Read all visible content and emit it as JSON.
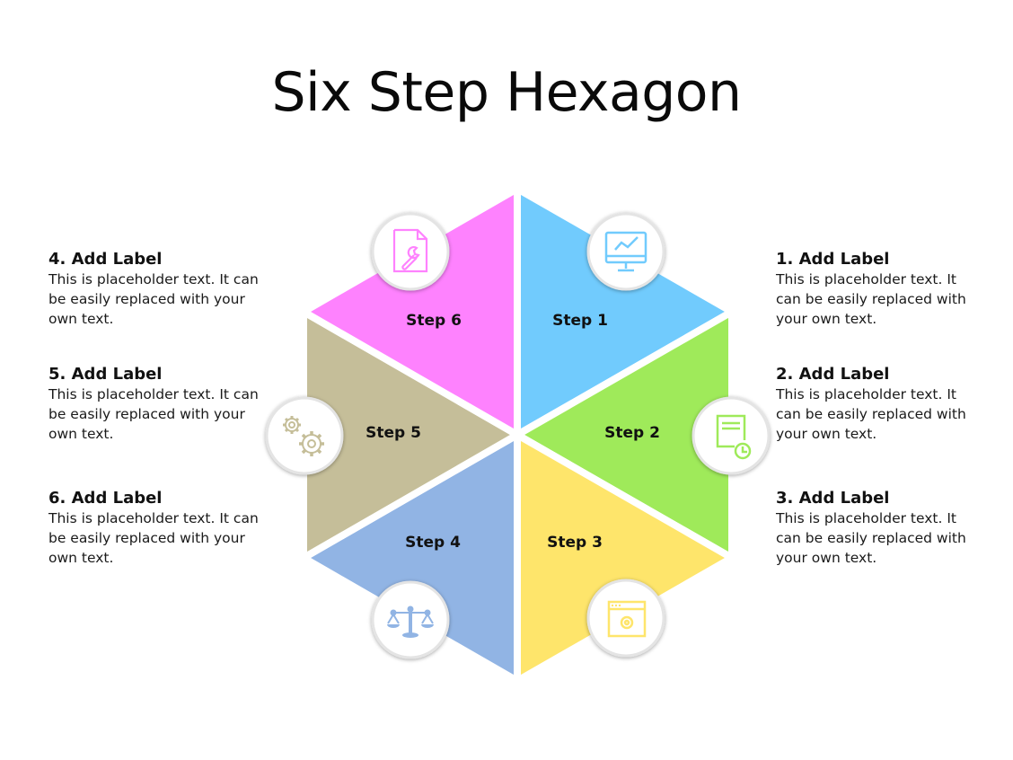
{
  "title": "Six Step Hexagon",
  "colors": {
    "step1": "#71CBFD",
    "step2": "#9FEA5A",
    "step3": "#FEE56B",
    "step4": "#91B4E4",
    "step5": "#C5BE99",
    "step6": "#FE82FE"
  },
  "segments": [
    {
      "label": "Step 1",
      "icon": "monitor-chart-icon"
    },
    {
      "label": "Step 2",
      "icon": "document-clock-icon"
    },
    {
      "label": "Step 3",
      "icon": "browser-settings-icon"
    },
    {
      "label": "Step 4",
      "icon": "balance-scale-icon"
    },
    {
      "label": "Step 5",
      "icon": "gears-icon"
    },
    {
      "label": "Step 6",
      "icon": "document-wrench-icon"
    }
  ],
  "descriptions": {
    "d1": {
      "heading": "1. Add Label",
      "lines": [
        "This is placeholder text.  It",
        "can be easily replaced with",
        "your own text."
      ]
    },
    "d2": {
      "heading": "2. Add Label",
      "lines": [
        "This is placeholder text.  It",
        "can be easily replaced with",
        "your own text."
      ]
    },
    "d3": {
      "heading": "3. Add Label",
      "lines": [
        "This is placeholder text.  It",
        "can be easily replaced with",
        "your own text."
      ]
    },
    "d4": {
      "heading": "4. Add Label",
      "lines": [
        "This is placeholder text.  It can",
        "be easily replaced with your",
        "own text."
      ]
    },
    "d5": {
      "heading": "5. Add Label",
      "lines": [
        "This is placeholder text.  It can",
        "be easily replaced with your",
        "own text."
      ]
    },
    "d6": {
      "heading": "6. Add Label",
      "lines": [
        "This is placeholder text.  It can",
        "be easily replaced with your",
        "own text."
      ]
    }
  }
}
